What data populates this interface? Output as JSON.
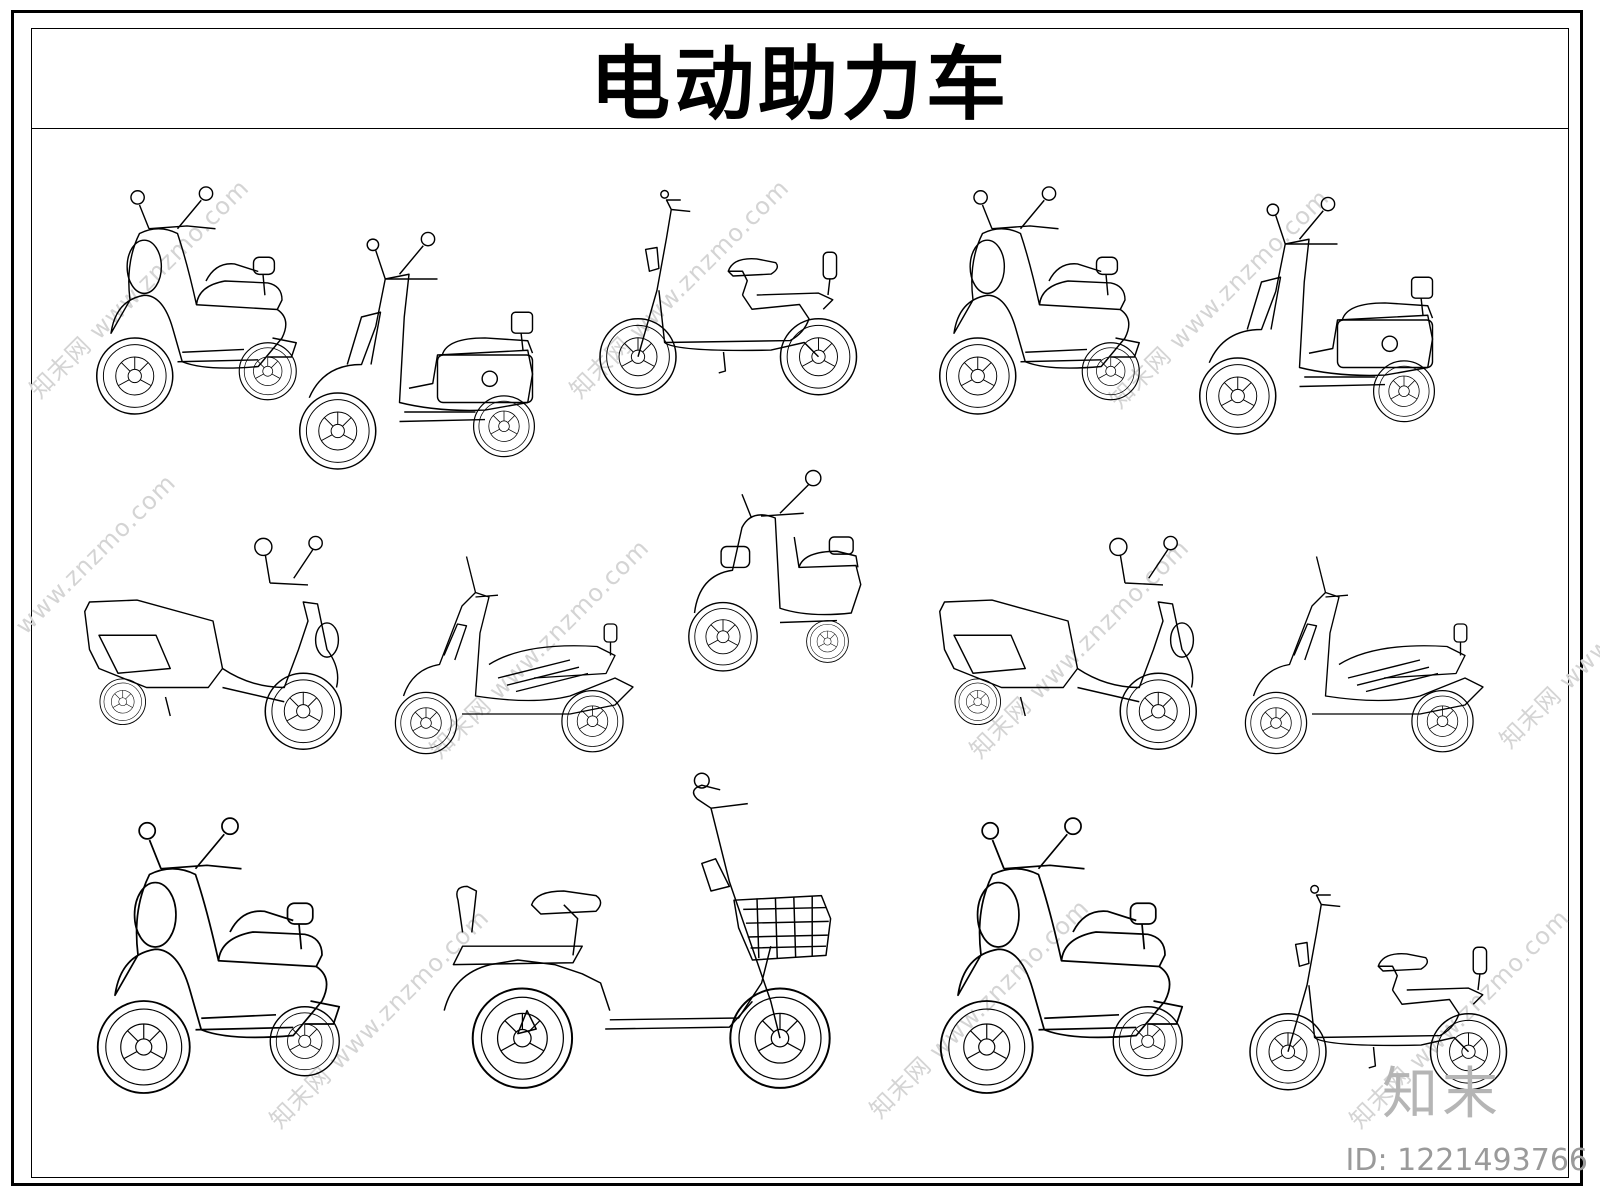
{
  "title": "电动助力车",
  "watermark": {
    "site": "www.znzmo.com",
    "brand": "知末网"
  },
  "corner": {
    "logo": "知末",
    "id": "ID: 1221493766"
  },
  "vehicles": [
    {
      "type": "retro-scooter"
    },
    {
      "type": "boxy-scooter"
    },
    {
      "type": "electric-bicycle"
    },
    {
      "type": "retro-scooter"
    },
    {
      "type": "boxy-scooter"
    },
    {
      "type": "boxy-scooter-rear"
    },
    {
      "type": "sport-scooter"
    },
    {
      "type": "compact-scooter"
    },
    {
      "type": "boxy-scooter-rear"
    },
    {
      "type": "sport-scooter"
    },
    {
      "type": "retro-scooter"
    },
    {
      "type": "electric-bicycle-basket"
    },
    {
      "type": "retro-scooter"
    },
    {
      "type": "electric-bicycle"
    }
  ],
  "colors": {
    "line": "#000000",
    "watermark": "#d4d4d4"
  }
}
